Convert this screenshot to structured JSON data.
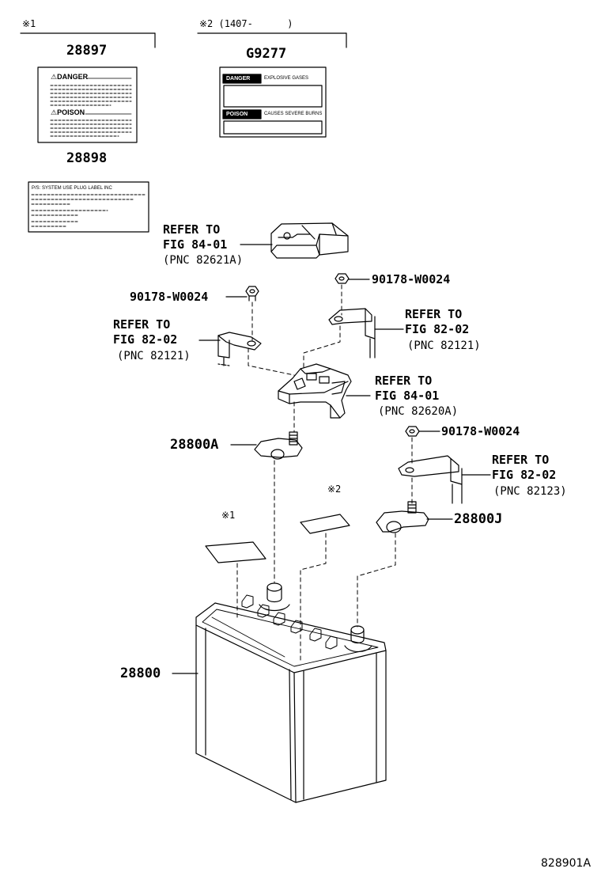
{
  "notes": {
    "note1_header": "※1",
    "note2_header": "※2 (1407-      )",
    "note1_marker": "※1",
    "note2_marker": "※2"
  },
  "parts": {
    "label_28897": "28897",
    "label_g9277": "G9277",
    "label_28898": "28898",
    "bolt_1": "90178-W0024",
    "bolt_2": "90178-W0024",
    "bolt_3": "90178-W0024",
    "terminal_pos": "28800A",
    "terminal_neg": "28800J",
    "battery": "28800"
  },
  "label_text": {
    "danger_1": "⚠DANGER",
    "poison_1": "⚠POISON",
    "danger_2": "DANGER",
    "explosive": "EXPLOSIVE GASES",
    "poison_2": "POISON",
    "causes": "CAUSES SEVERE BURNS",
    "label3_header": "P/S: SYSTEM USE PLUG LABEL INC"
  },
  "references": {
    "ref1": {
      "line1": "REFER TO",
      "line2": "FIG 84-01",
      "line3": "(PNC 82621A)"
    },
    "ref2": {
      "line1": "REFER TO",
      "line2": "FIG 82-02",
      "line3": "(PNC 82121)"
    },
    "ref3": {
      "line1": "REFER TO",
      "line2": "FIG 82-02",
      "line3": "(PNC 82121)"
    },
    "ref4": {
      "line1": "REFER TO",
      "line2": "FIG 84-01",
      "line3": "(PNC 82620A)"
    },
    "ref5": {
      "line1": "REFER TO",
      "line2": "FIG 82-02",
      "line3": "(PNC 82123)"
    }
  },
  "figure_id": "828901A"
}
